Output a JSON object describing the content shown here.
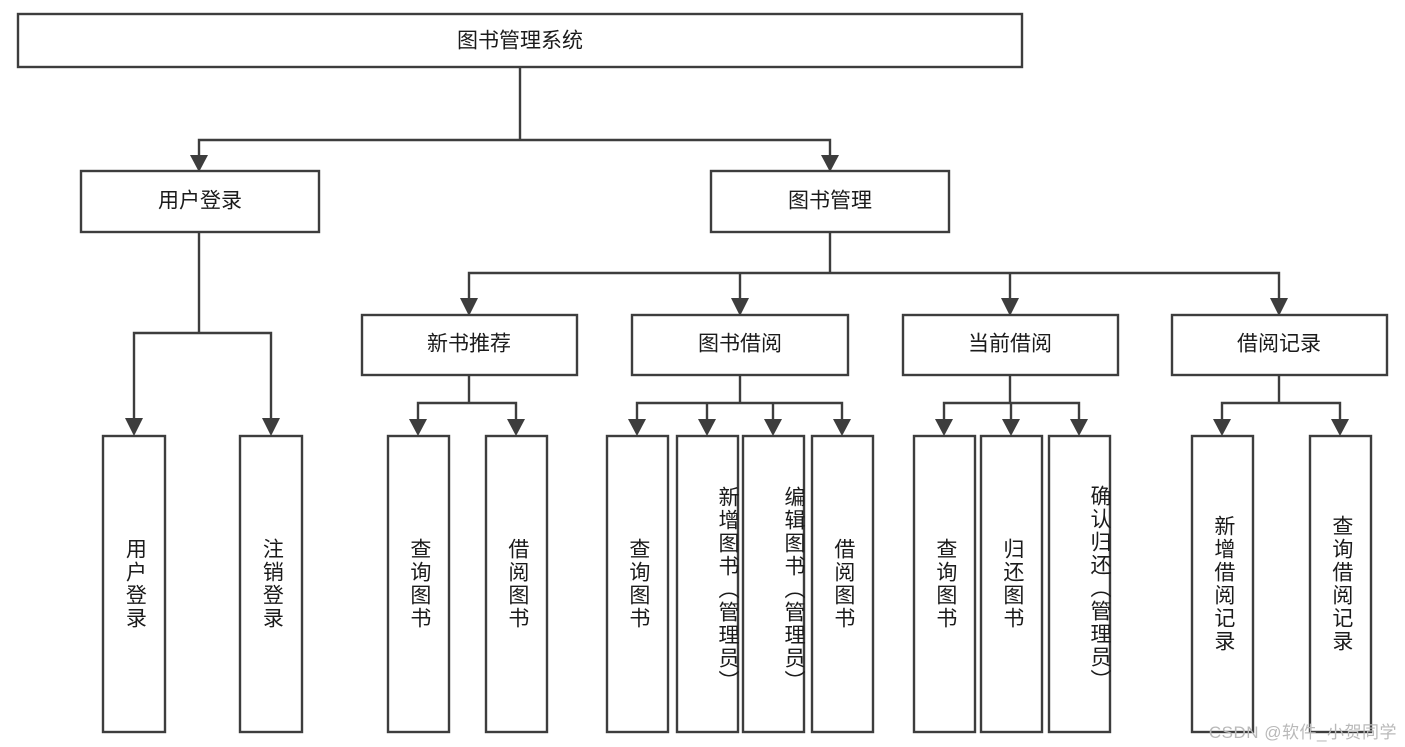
{
  "diagram": {
    "title": "图书管理系统",
    "watermark": "CSDN @软件_小贺同学",
    "levels": {
      "root": {
        "label": "图书管理系统"
      },
      "level2": [
        {
          "id": "user-login",
          "label": "用户登录"
        },
        {
          "id": "book-management",
          "label": "图书管理"
        }
      ],
      "level3": [
        {
          "id": "new-book-recommend",
          "label": "新书推荐"
        },
        {
          "id": "book-borrow",
          "label": "图书借阅"
        },
        {
          "id": "current-borrow",
          "label": "当前借阅"
        },
        {
          "id": "borrow-record",
          "label": "借阅记录"
        }
      ],
      "leaves": {
        "user-login": [
          {
            "id": "leaf-user-login",
            "label": "用户登录"
          },
          {
            "id": "leaf-logout",
            "label": "注销登录"
          }
        ],
        "new-book-recommend": [
          {
            "id": "leaf-query-book-1",
            "label": "查询图书"
          },
          {
            "id": "leaf-borrow-book-1",
            "label": "借阅图书"
          }
        ],
        "book-borrow": [
          {
            "id": "leaf-query-book-2",
            "label": "查询图书"
          },
          {
            "id": "leaf-add-book",
            "label": "新增图书（管理员）"
          },
          {
            "id": "leaf-edit-book",
            "label": "编辑图书（管理员）"
          },
          {
            "id": "leaf-borrow-book-2",
            "label": "借阅图书"
          }
        ],
        "current-borrow": [
          {
            "id": "leaf-query-book-3",
            "label": "查询图书"
          },
          {
            "id": "leaf-return-book",
            "label": "归还图书"
          },
          {
            "id": "leaf-confirm-return",
            "label": "确认归还（管理员）"
          }
        ],
        "borrow-record": [
          {
            "id": "leaf-add-record",
            "label": "新增借阅记录"
          },
          {
            "id": "leaf-query-record",
            "label": "查询借阅记录"
          }
        ]
      }
    },
    "colors": {
      "stroke": "#3d3d3d",
      "fill": "#ffffff",
      "text": "#1b1b1b",
      "watermark": "#b9b9b9"
    }
  }
}
